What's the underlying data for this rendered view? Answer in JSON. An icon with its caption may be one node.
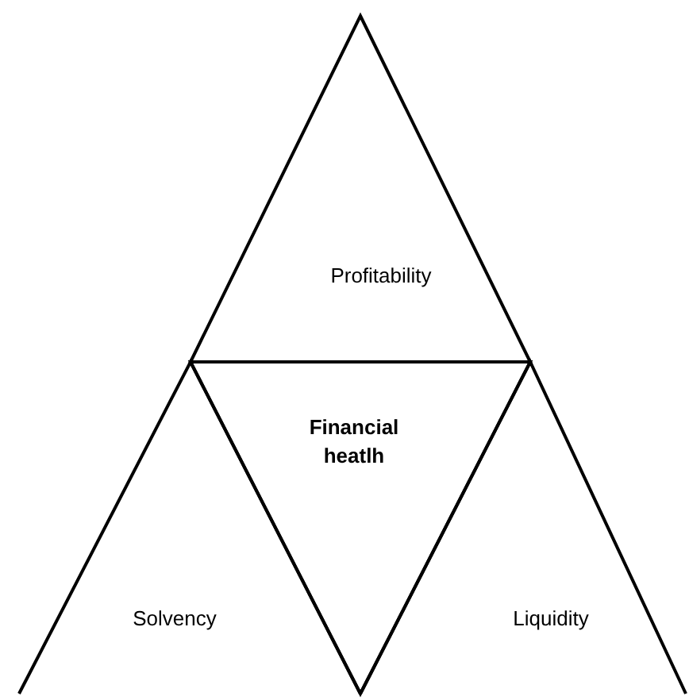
{
  "diagram": {
    "nodes": [
      {
        "text": [
          "Profitability"
        ]
      },
      {
        "text": [
          "Financial heatlh"
        ]
      },
      {
        "text": [
          "Solvency"
        ]
      },
      {
        "text": [
          "Liquidity"
        ]
      }
    ]
  }
}
